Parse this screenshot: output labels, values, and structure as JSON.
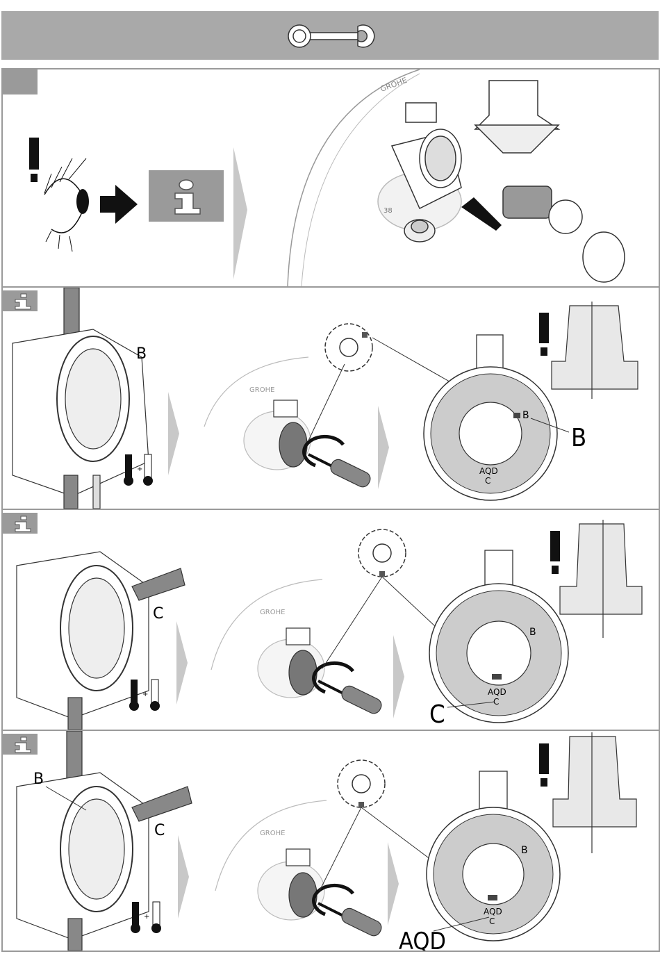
{
  "header": {
    "icon": "wrench-icon",
    "bg_color": "#a9a9a9"
  },
  "panels": [
    {
      "id": "step-1",
      "tag_icon": "blank-tag",
      "brand": "GROHE",
      "scale_number": "38"
    },
    {
      "id": "step-2",
      "tag_icon": "info-icon",
      "brand": "GROHE",
      "label_box": "B",
      "ring_label": "B",
      "ring_code": "AQD",
      "ring_c": "C",
      "callout": "B"
    },
    {
      "id": "step-3",
      "tag_icon": "info-icon",
      "brand": "GROHE",
      "label_box": "C",
      "ring_label": "B",
      "ring_code": "AQD",
      "ring_c": "C",
      "callout": "C"
    },
    {
      "id": "step-4",
      "tag_icon": "info-icon",
      "brand": "GROHE",
      "label_box_b": "B",
      "label_box_c": "C",
      "ring_label": "B",
      "ring_code": "AQD",
      "ring_c": "C",
      "callout": "AQD"
    }
  ],
  "colors": {
    "panel_border": "#9a9a9a",
    "grey_arrow": "#c8c8c8",
    "info_bg": "#9a9a9a"
  }
}
